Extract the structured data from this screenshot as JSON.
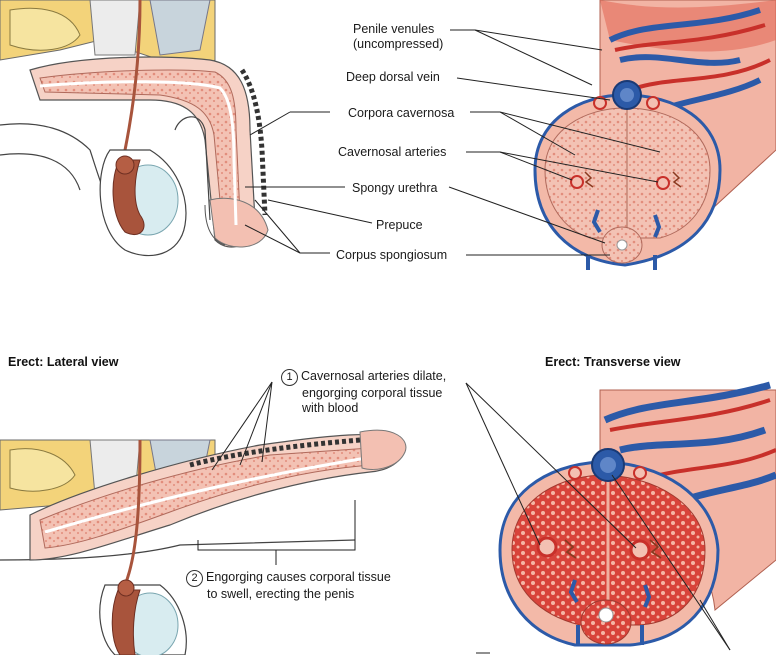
{
  "labels": {
    "penile_venules": "Penile venules",
    "uncompressed": "(uncompressed)",
    "deep_dorsal_vein": "Deep dorsal vein",
    "corpora_cavernosa": "Corpora cavernosa",
    "cavernosal_arteries": "Cavernosal arteries",
    "spongy_urethra": "Spongy urethra",
    "prepuce": "Prepuce",
    "corpus_spongiosum": "Corpus spongiosum"
  },
  "headings": {
    "erect_lateral": "Erect: Lateral view",
    "erect_transverse": "Erect: Transverse view"
  },
  "steps": [
    {
      "num": "1",
      "line1": "Cavernosal arteries dilate,",
      "line2": "engorging corporal tissue",
      "line3": "with blood"
    },
    {
      "num": "2",
      "line1": "Engorging causes corporal tissue",
      "line2": "to swell, erecting the penis"
    }
  ],
  "colors": {
    "tissue_pink": "#f2b4a4",
    "tissue_red": "#d9443a",
    "vein_blue": "#2c5aa8",
    "artery_red": "#c8302a",
    "fat_yellow": "#f3d37a",
    "testis_blue": "#d8ecf0",
    "epididymis_brown": "#a8543c"
  }
}
